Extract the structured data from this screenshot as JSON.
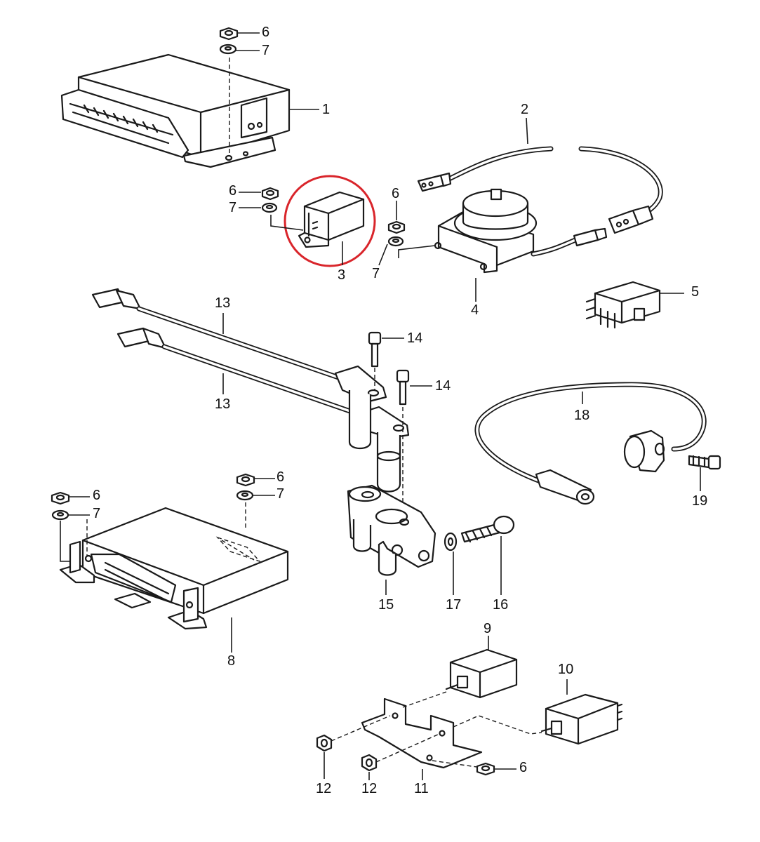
{
  "diagram": {
    "callouts": [
      {
        "id": "c1",
        "text": "1"
      },
      {
        "id": "c2",
        "text": "2"
      },
      {
        "id": "c3",
        "text": "3"
      },
      {
        "id": "c4",
        "text": "4"
      },
      {
        "id": "c5",
        "text": "5"
      },
      {
        "id": "c6a",
        "text": "6"
      },
      {
        "id": "c7a",
        "text": "7"
      },
      {
        "id": "c6b",
        "text": "6"
      },
      {
        "id": "c7b",
        "text": "7"
      },
      {
        "id": "c6c",
        "text": "6"
      },
      {
        "id": "c7c",
        "text": "7"
      },
      {
        "id": "c6d",
        "text": "6"
      },
      {
        "id": "c7d",
        "text": "7"
      },
      {
        "id": "c6e",
        "text": "6"
      },
      {
        "id": "c7e",
        "text": "7"
      },
      {
        "id": "c6f",
        "text": "6"
      },
      {
        "id": "c8",
        "text": "8"
      },
      {
        "id": "c9",
        "text": "9"
      },
      {
        "id": "c10",
        "text": "10"
      },
      {
        "id": "c11",
        "text": "11"
      },
      {
        "id": "c12a",
        "text": "12"
      },
      {
        "id": "c12b",
        "text": "12"
      },
      {
        "id": "c13a",
        "text": "13"
      },
      {
        "id": "c13b",
        "text": "13"
      },
      {
        "id": "c14a",
        "text": "14"
      },
      {
        "id": "c14b",
        "text": "14"
      },
      {
        "id": "c15",
        "text": "15"
      },
      {
        "id": "c16",
        "text": "16"
      },
      {
        "id": "c17",
        "text": "17"
      },
      {
        "id": "c18",
        "text": "18"
      },
      {
        "id": "c19",
        "text": "19"
      }
    ],
    "highlight": {
      "color": "#d9252b",
      "target_part": "3"
    }
  }
}
